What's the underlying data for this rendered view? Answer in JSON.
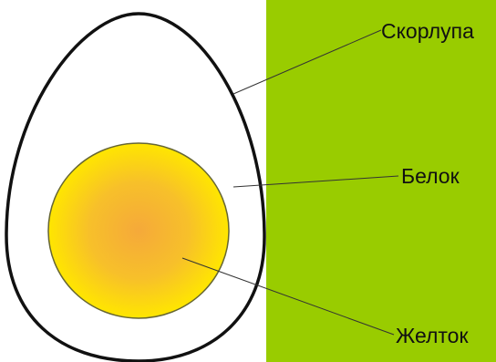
{
  "diagram": {
    "labels": {
      "shell": "Скорлупа",
      "white": "Белок",
      "yolk": "Желток"
    },
    "colors": {
      "background_left": "#ffffff",
      "background_right": "#99cc00",
      "shell_outline": "#111111",
      "egg_white": "#ffffff",
      "yolk_center": "#f5a93a",
      "yolk_edge": "#ffe600",
      "yolk_outline": "#666633",
      "leader_line": "#333333"
    }
  }
}
